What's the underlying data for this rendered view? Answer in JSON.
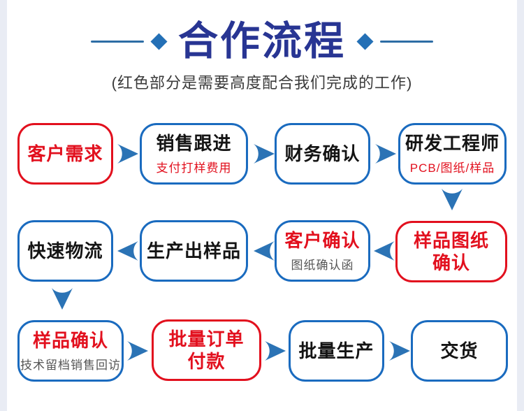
{
  "header": {
    "title": "合作流程",
    "subtitle": "(红色部分是需要高度配合我们完成的工作)"
  },
  "flow": {
    "customer_demand": {
      "label": "客户需求"
    },
    "sales_followup": {
      "label": "销售跟进",
      "sub": "支付打样费用"
    },
    "finance_confirm": {
      "label": "财务确认"
    },
    "rd_engineer": {
      "label": "研发工程师",
      "sub": "PCB/图纸/样品"
    },
    "fast_logistics": {
      "label": "快速物流"
    },
    "produce_sample": {
      "label": "生产出样品"
    },
    "customer_confirm": {
      "label": "客户确认",
      "sub": "图纸确认函"
    },
    "sample_drawing_confirm": {
      "label": "样品图纸\n确认"
    },
    "sample_confirm": {
      "label": "样品确认",
      "sub": "技术留档销售回访"
    },
    "bulk_order_payment": {
      "label": "批量订单\n付款"
    },
    "bulk_production": {
      "label": "批量生产"
    },
    "delivery": {
      "label": "交货"
    }
  },
  "colors": {
    "highlight_red": "#e2101e",
    "box_border_blue": "#1a6bbf",
    "arrow_blue": "#2b73b5",
    "title_indigo": "#283593",
    "deco_line_blue": "#2d6da5",
    "edge_strip": "#e9ecf4"
  }
}
